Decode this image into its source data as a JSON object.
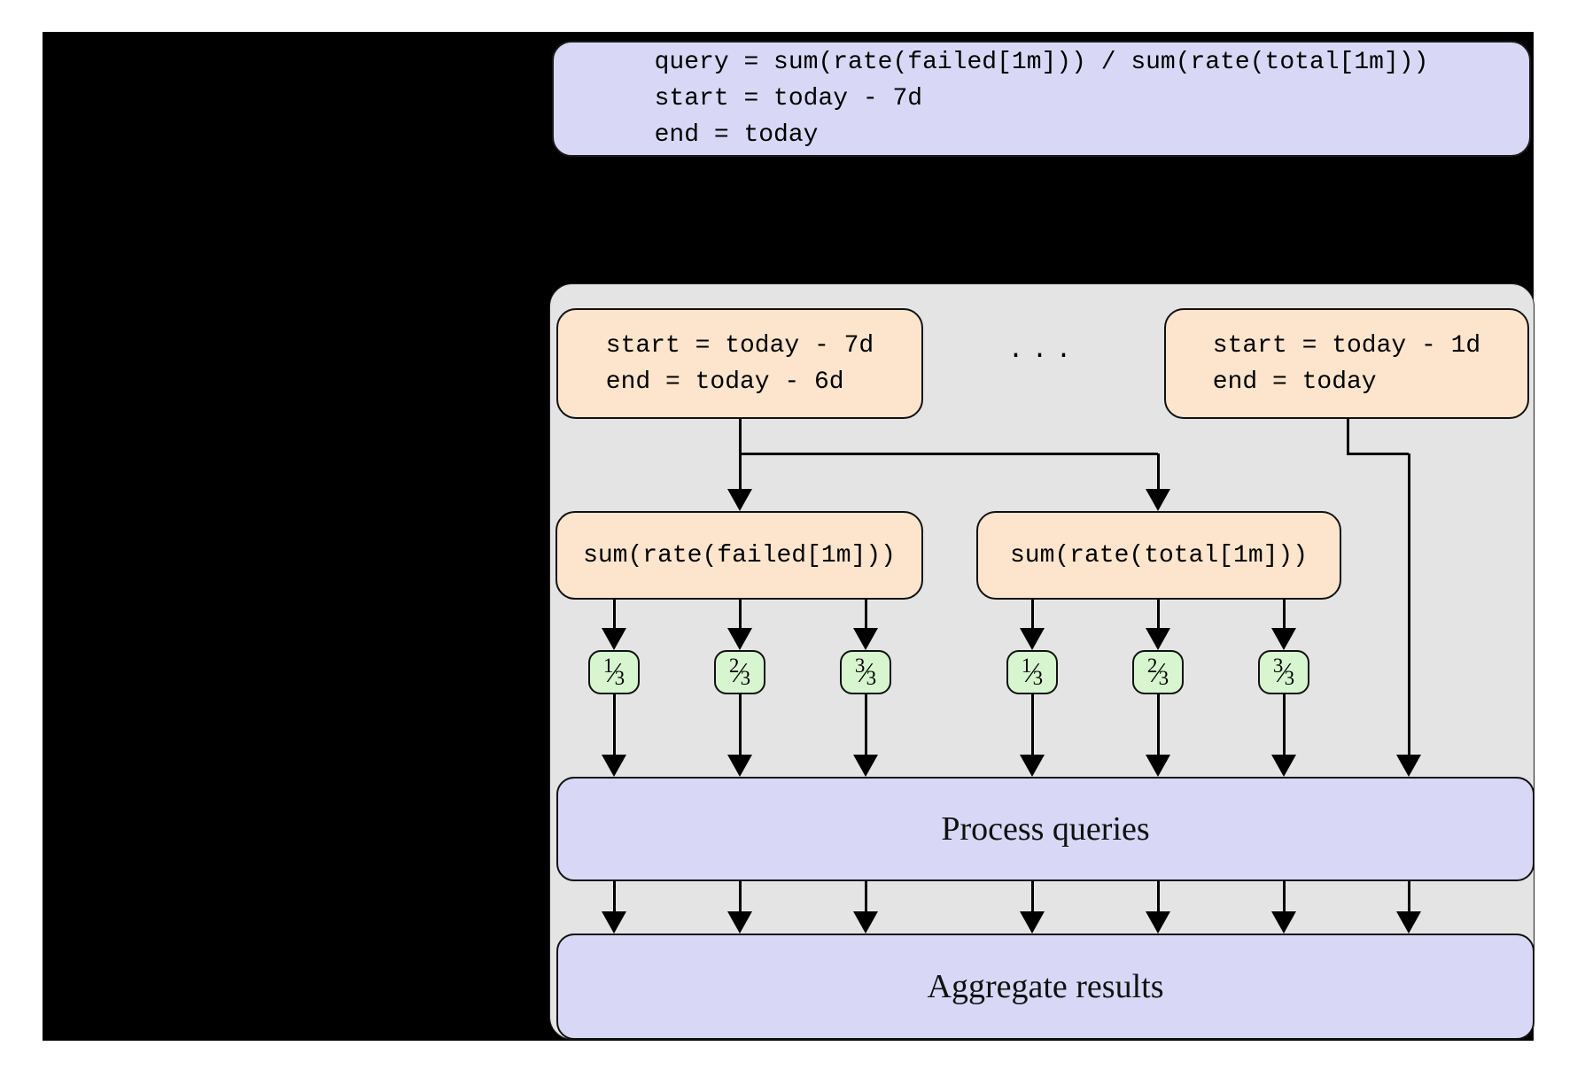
{
  "colors": {
    "canvas_background": "#000000",
    "page_margin": "#ffffff",
    "container_fill": "#e4e4e4",
    "code_box_fill": "#d8d8f6",
    "shard_box_fill": "#fce5cc",
    "fraction_box_fill": "#d7f6cf",
    "line_color": "#000000"
  },
  "query_box": {
    "line1": "query = sum(rate(failed[1m])) / sum(rate(total[1m]))",
    "line2": "start = today - 7d",
    "line3": "end = today"
  },
  "shard_left": {
    "line1": "start = today - 7d",
    "line2": "end = today - 6d"
  },
  "shard_right": {
    "line1": "start = today - 1d",
    "line2": "end = today"
  },
  "ellipsis": "...",
  "leg_failed": {
    "label": "sum(rate(failed[1m]))"
  },
  "leg_total": {
    "label": "sum(rate(total[1m]))"
  },
  "fractions": {
    "slash": "⁄",
    "items": [
      {
        "num": "1",
        "den": "3"
      },
      {
        "num": "2",
        "den": "3"
      },
      {
        "num": "3",
        "den": "3"
      },
      {
        "num": "1",
        "den": "3"
      },
      {
        "num": "2",
        "den": "3"
      },
      {
        "num": "3",
        "den": "3"
      }
    ]
  },
  "process": {
    "label": "Process queries"
  },
  "aggregate": {
    "label": "Aggregate results"
  }
}
